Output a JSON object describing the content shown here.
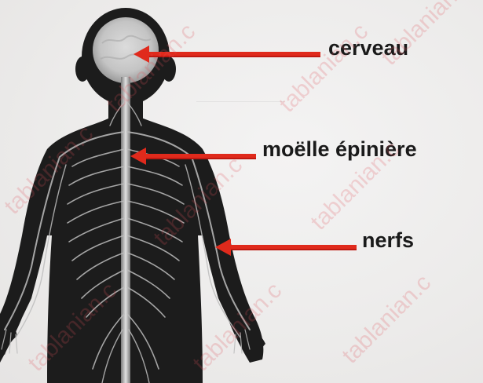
{
  "labels": {
    "brain": "cerveau",
    "spinal_cord": "moëlle épinière",
    "nerves": "nerfs"
  },
  "watermark_text": "tablanian.c",
  "colors": {
    "arrow": "#e02a1c",
    "arrow_dark": "#c01810",
    "body": "#1c1c1c",
    "brain": "#c9c9c9",
    "nerve": "#bdbdbd",
    "watermark": "#e1505a"
  },
  "icons": {
    "arrow": "left-arrow"
  }
}
